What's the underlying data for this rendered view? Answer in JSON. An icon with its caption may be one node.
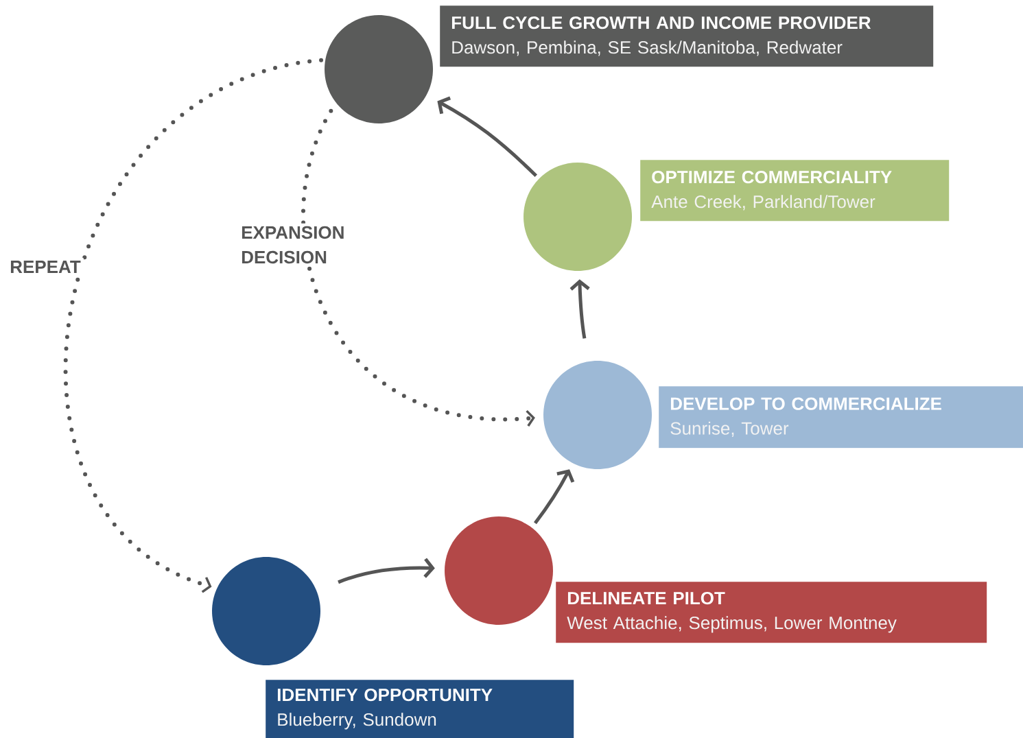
{
  "diagram": {
    "nodes": [
      {
        "text": [],
        "shape": "circle"
      },
      {
        "text": [
          "FULL CYCLE GROWTH AND INCOME PROVIDER",
          "Dawson, Pembina, SE Sask/Manitoba, Redwater"
        ]
      },
      {
        "text": [],
        "shape": "circle"
      },
      {
        "text": [
          "OPTIMIZE COMMERCIALITY",
          "Ante Creek, Parkland/Tower"
        ]
      },
      {
        "text": [],
        "shape": "circle"
      },
      {
        "text": [
          "DEVELOP TO COMMERCIALIZE",
          "Sunrise, Tower"
        ]
      },
      {
        "text": [],
        "shape": "circle"
      },
      {
        "text": [
          "DELINEATE PILOT",
          "West Attachie, Septimus, Lower Montney"
        ]
      },
      {
        "text": [],
        "shape": "circle"
      },
      {
        "text": [
          "IDENTIFY OPPORTUNITY",
          "Blueberry, Sundown"
        ]
      }
    ],
    "edges": [
      {
        "from": 8,
        "to": 6,
        "arrow": "to"
      },
      {
        "from": 6,
        "to": 4,
        "arrow": "to"
      },
      {
        "from": 4,
        "to": 2,
        "arrow": "to"
      },
      {
        "from": 2,
        "to": 0,
        "arrow": "to"
      },
      {
        "from": 0,
        "to": 8,
        "arrow": "to",
        "style": "dashed",
        "label": "REPEAT"
      },
      {
        "from": 0,
        "to": 4,
        "arrow": "to",
        "style": "dashed",
        "label": "EXPANSION DECISION"
      }
    ]
  }
}
